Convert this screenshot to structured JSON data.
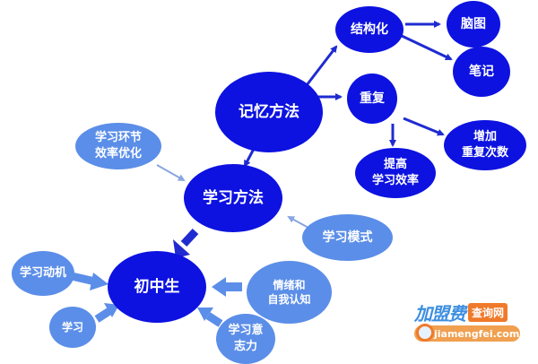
{
  "diagram": {
    "type": "mind-map",
    "colors": {
      "primary_node": "#0d12e0",
      "secondary_node": "#5b8ee8",
      "primary_arrow": "#1f2bd0",
      "secondary_arrow": "#8aa6e0"
    },
    "nodes": {
      "memory_method": "记忆方法",
      "structuring": "结构化",
      "mind_map": "脑图",
      "notes": "笔记",
      "repetition": "重复",
      "increase_repetition": "增加\n重复次数",
      "improve_efficiency": "提高\n学习效率",
      "step_optimization": "学习环节\n效率优化",
      "learning_method": "学习方法",
      "learning_mode": "学习模式",
      "junior_student": "初中生",
      "motivation": "学习动机",
      "learning": "学习",
      "emotion_self": "情绪和\n自我认知",
      "willpower": "学习意\n志力"
    },
    "edges": [
      {
        "from": "记忆方法",
        "to": "结构化"
      },
      {
        "from": "记忆方法",
        "to": "重复"
      },
      {
        "from": "结构化",
        "to": "脑图"
      },
      {
        "from": "结构化",
        "to": "笔记"
      },
      {
        "from": "重复",
        "to": "提高学习效率"
      },
      {
        "from": "重复",
        "to": "增加重复次数"
      },
      {
        "from": "记忆方法",
        "to": "学习方法"
      },
      {
        "from": "学习环节效率优化",
        "to": "学习方法"
      },
      {
        "from": "学习模式",
        "to": "学习方法"
      },
      {
        "from": "学习方法",
        "to": "初中生"
      },
      {
        "from": "学习动机",
        "to": "初中生"
      },
      {
        "from": "学习",
        "to": "初中生"
      },
      {
        "from": "情绪和自我认知",
        "to": "初中生"
      },
      {
        "from": "学习意志力",
        "to": "初中生"
      }
    ]
  },
  "watermark": {
    "brand": "加盟费",
    "badge": "查询网",
    "url": "jiamengfei.com"
  }
}
